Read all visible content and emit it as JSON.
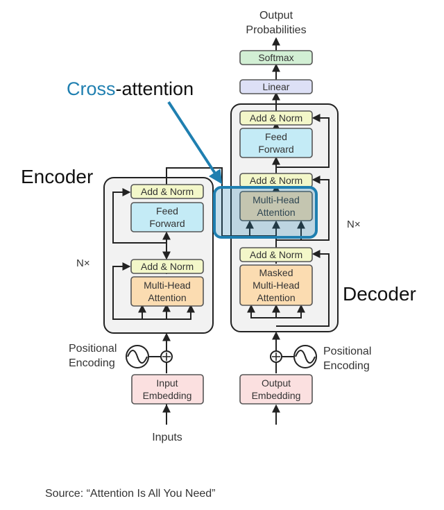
{
  "headings": {
    "encoder": "Encoder",
    "decoder": "Decoder",
    "cross_attention_prefix": "Cross",
    "cross_attention_suffix": "-attention"
  },
  "encoder": {
    "add_norm_top": "Add & Norm",
    "feed_forward": [
      "Feed",
      "Forward"
    ],
    "add_norm_bottom": "Add & Norm",
    "multi_head": [
      "Multi-Head",
      "Attention"
    ],
    "nx": "N×",
    "positional_encoding": [
      "Positional",
      "Encoding"
    ],
    "input_embedding": [
      "Input",
      "Embedding"
    ],
    "inputs": "Inputs"
  },
  "decoder": {
    "output_probabilities": [
      "Output",
      "Probabilities"
    ],
    "softmax": "Softmax",
    "linear": "Linear",
    "add_norm_top": "Add & Norm",
    "feed_forward": [
      "Feed",
      "Forward"
    ],
    "add_norm_mid": "Add & Norm",
    "multi_head": [
      "Multi-Head",
      "Attention"
    ],
    "nx": "N×",
    "add_norm_bottom": "Add & Norm",
    "masked_multi_head": [
      "Masked",
      "Multi-Head",
      "Attention"
    ],
    "positional_encoding": [
      "Positional",
      "Encoding"
    ],
    "output_embedding": [
      "Output",
      "Embedding"
    ]
  },
  "source": "Source: “Attention Is All You Need”",
  "colors": {
    "accent": "#1f7fb0",
    "add_norm": "#f3f7c9",
    "feed_forward": "#c4ebf6",
    "attention": "#fbdcb1",
    "embedding": "#fbe0e0",
    "softmax": "#d2efd4",
    "linear": "#dde0f6",
    "stack_bg": "#f2f2f2"
  }
}
